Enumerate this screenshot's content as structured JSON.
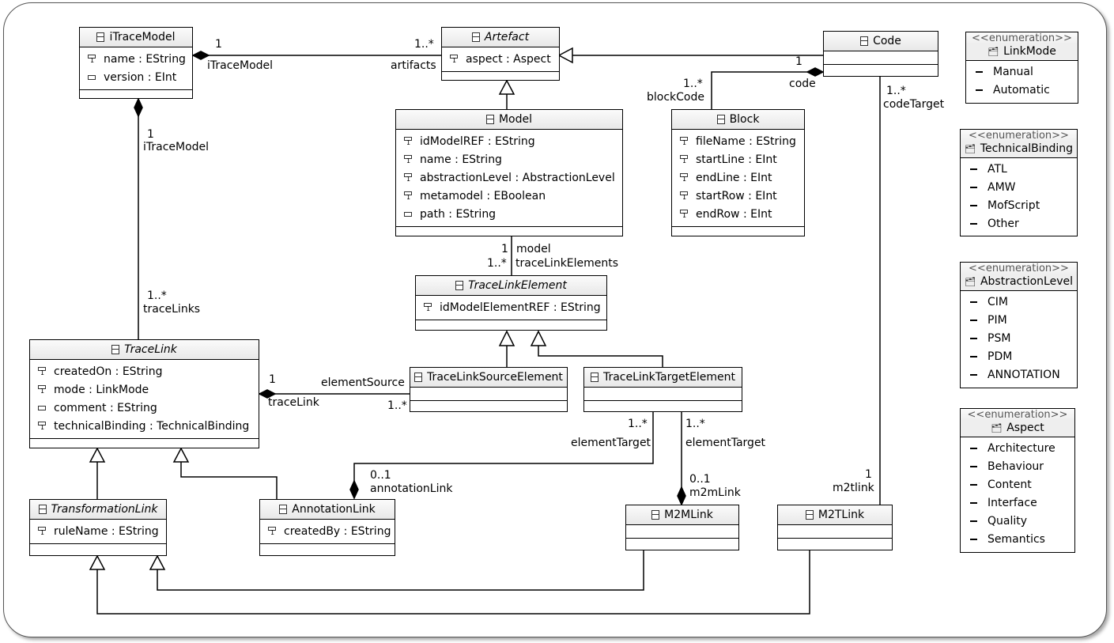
{
  "classes": {
    "itracemodel": {
      "name": "iTraceModel",
      "attrs": [
        "name : EString",
        "version : EInt"
      ]
    },
    "artefact": {
      "name": "Artefact",
      "attrs": [
        "aspect : Aspect"
      ]
    },
    "code": {
      "name": "Code"
    },
    "model": {
      "name": "Model",
      "attrs": [
        "idModelREF : EString",
        "name : EString",
        "abstractionLevel : AbstractionLevel",
        "metamodel : EBoolean",
        "path : EString"
      ]
    },
    "block": {
      "name": "Block",
      "attrs": [
        "fileName : EString",
        "startLine : EInt",
        "endLine : EInt",
        "startRow : EInt",
        "endRow : EInt"
      ]
    },
    "tracelinkelement": {
      "name": "TraceLinkElement",
      "attrs": [
        "idModelElementREF : EString"
      ]
    },
    "tracelink": {
      "name": "TraceLink",
      "attrs": [
        "createdOn : EString",
        "mode : LinkMode",
        "comment : EString",
        "technicalBinding : TechnicalBinding"
      ]
    },
    "tracelinksourceelement": {
      "name": "TraceLinkSourceElement"
    },
    "tracelinktargetelement": {
      "name": "TraceLinkTargetElement"
    },
    "transformationlink": {
      "name": "TransformationLink",
      "attrs": [
        "ruleName : EString"
      ]
    },
    "annotationlink": {
      "name": "AnnotationLink",
      "attrs": [
        "createdBy : EString"
      ]
    },
    "m2mlink": {
      "name": "M2MLink"
    },
    "m2tlink": {
      "name": "M2TLink"
    }
  },
  "enums": {
    "stereotype": "<<enumeration>>",
    "linkmode": {
      "name": "LinkMode",
      "literals": [
        "Manual",
        "Automatic"
      ]
    },
    "technicalbinding": {
      "name": "TechnicalBinding",
      "literals": [
        "ATL",
        "AMW",
        "MofScript",
        "Other"
      ]
    },
    "abstractionlevel": {
      "name": "AbstractionLevel",
      "literals": [
        "CIM",
        "PIM",
        "PSM",
        "PDM",
        "ANNOTATION"
      ]
    },
    "aspect": {
      "name": "Aspect",
      "literals": [
        "Architecture",
        "Behaviour",
        "Content",
        "Interface",
        "Quality",
        "Semantics"
      ]
    }
  },
  "labels": {
    "it_art_mult_src": "1",
    "it_art_role_src": "iTraceModel",
    "it_art_mult_tgt": "1..*",
    "it_art_role_tgt": "artifacts",
    "it_tl_mult_src": "1",
    "it_tl_role_src": "iTraceModel",
    "it_tl_mult_tgt": "1..*",
    "it_tl_role_tgt": "traceLinks",
    "code_mult": "1",
    "code_role": "code",
    "block_mult": "1..*",
    "block_role": "blockCode",
    "code_target_mult": "1..*",
    "code_target_role": "codeTarget",
    "m2t_mult": "1",
    "m2t_role": "m2tlink",
    "model_mult": "1",
    "model_role": "model",
    "tle_mult": "1..*",
    "tle_role": "traceLinkElements",
    "src_role": "elementSource",
    "src_mult": "1..*",
    "tracelink_mult": "1",
    "tracelink_role": "traceLink",
    "et1_mult": "1..*",
    "et1_role": "elementTarget",
    "et2_mult": "1..*",
    "et2_role": "elementTarget",
    "annot_mult": "0..1",
    "annot_role": "annotationLink",
    "m2m_mult": "0..1",
    "m2m_role": "m2mLink"
  }
}
